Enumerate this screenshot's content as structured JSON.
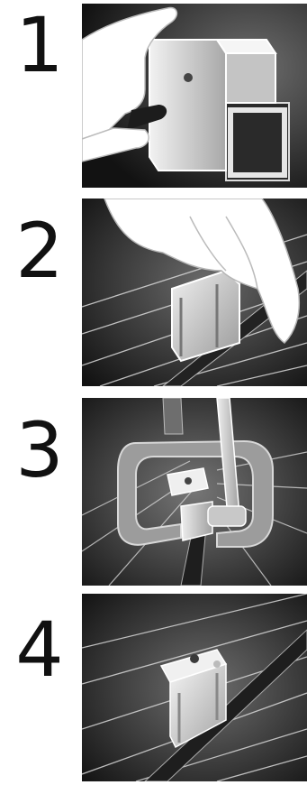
{
  "steps": [
    {
      "number": "1",
      "illustration": "hand-attaching-clamp-to-rail-icon"
    },
    {
      "number": "2",
      "illustration": "hand-pressing-clamp-onto-rail-icon"
    },
    {
      "number": "3",
      "illustration": "tool-tightening-clamp-icon"
    },
    {
      "number": "4",
      "illustration": "clamp-installed-on-rail-icon"
    }
  ],
  "colors": {
    "panel_dark": "#141414",
    "panel_mid": "#6a6a6a",
    "metal_light": "#e8e8e8",
    "metal_shade": "#9a9a9a",
    "number": "#111111"
  }
}
